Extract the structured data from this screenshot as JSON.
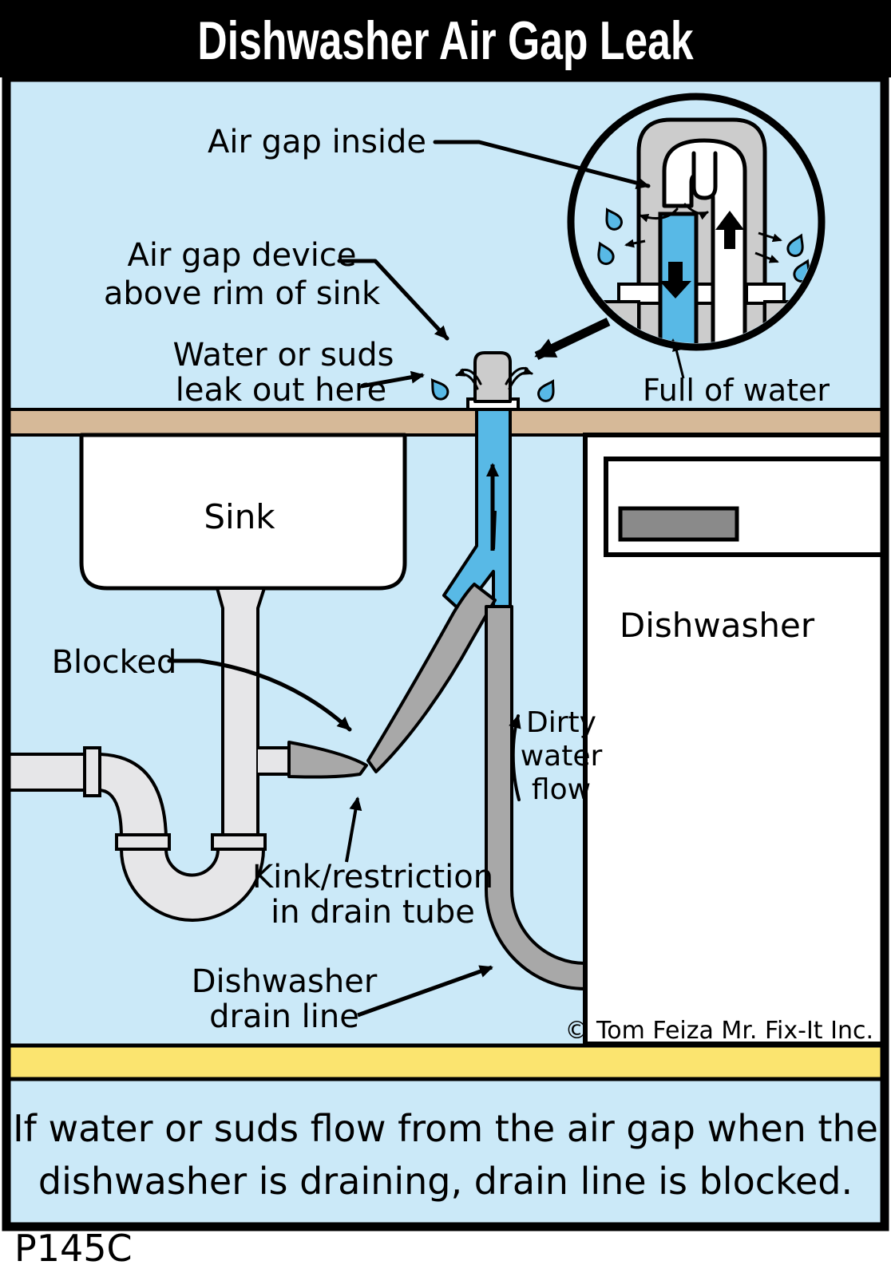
{
  "title": "Dishwasher Air Gap Leak",
  "footer_code": "P145C",
  "colors": {
    "background": "#cbe9f8",
    "water": "#58b9e6",
    "counter": "#d6b998",
    "floor": "#fbe46f",
    "pipe_light": "#e6e6e8",
    "pipe_dark": "#a8a8a8",
    "cover_gray": "#cccccc",
    "handle_gray": "#8a8a8a",
    "title_bg": "#000000"
  },
  "labels": {
    "air_gap_inside": "Air gap inside",
    "air_gap_device_line1": "Air gap device",
    "air_gap_device_line2": "above rim of sink",
    "water_suds_line1": "Water or suds",
    "water_suds_line2": "leak out here",
    "blocked": "Blocked",
    "dirty_line1": "Dirty",
    "dirty_line2": "water",
    "dirty_line3": "flow",
    "kink_line1": "Kink/restriction",
    "kink_line2": "in drain tube",
    "drain_line1": "Dishwasher",
    "drain_line2": "drain line"
  },
  "inset": {
    "label_full_of_water": "Full of water"
  },
  "sink_label": "Sink",
  "dishwasher_label": "Dishwasher",
  "copyright": "© Tom Feiza Mr. Fix-It Inc.",
  "caption": {
    "line1": "If water or suds flow from the air gap when the",
    "line2": "dishwasher is draining, drain line is blocked."
  }
}
